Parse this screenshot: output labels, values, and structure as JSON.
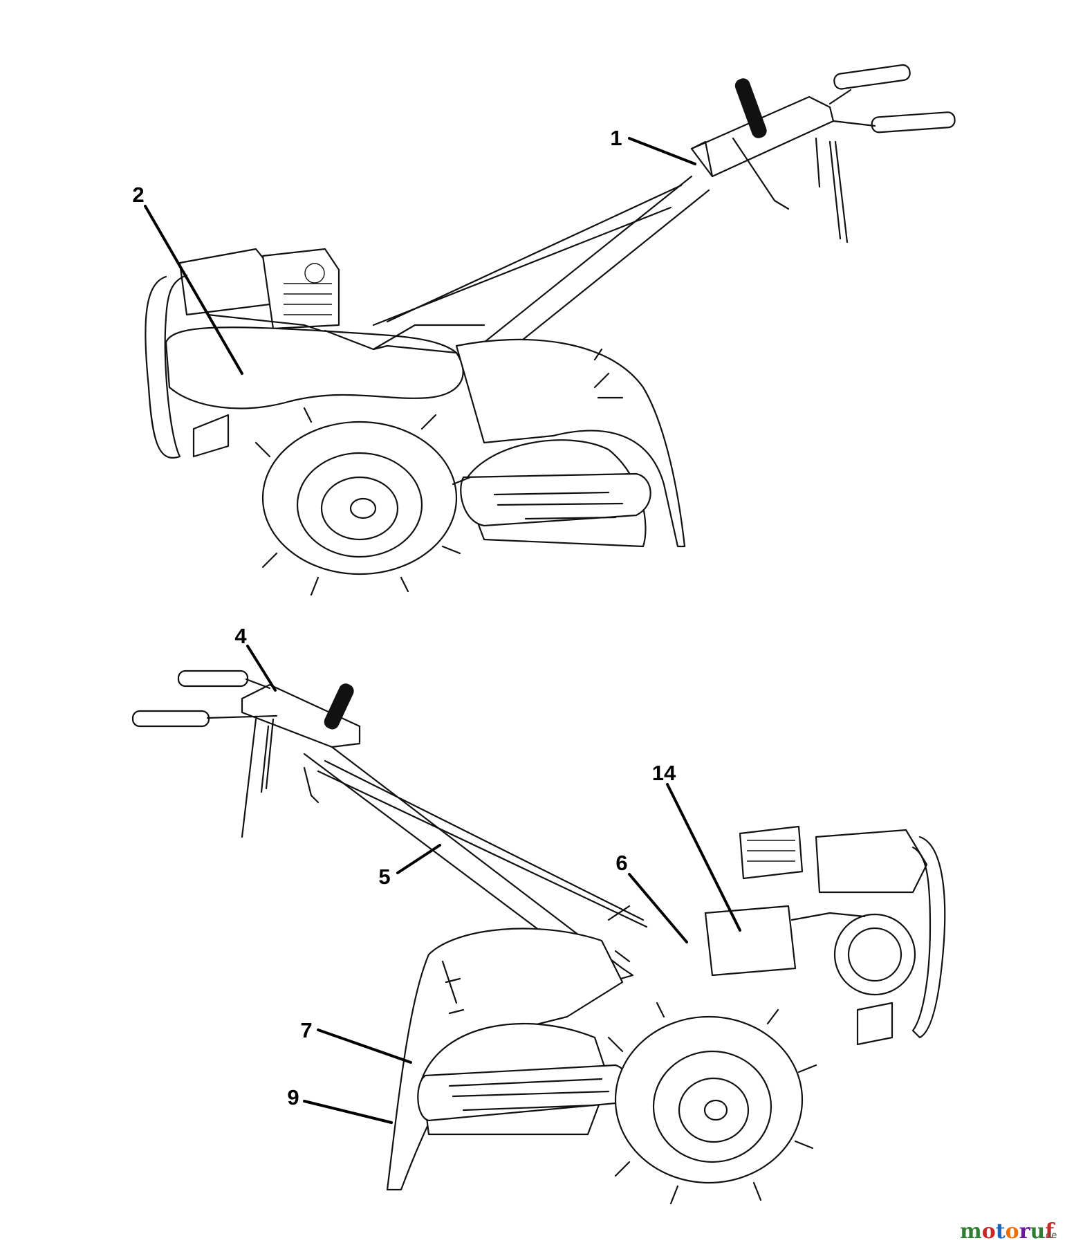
{
  "callouts": {
    "c1": "1",
    "c2": "2",
    "c4": "4",
    "c5": "5",
    "c6": "6",
    "c7": "7",
    "c9": "9",
    "c14": "14"
  },
  "watermark": {
    "letters": [
      "m",
      "o",
      "t",
      "o",
      "r",
      "u",
      "f"
    ],
    "letter_colors": [
      "#2e7d32",
      "#c62828",
      "#1565c0",
      "#ef6c00",
      "#6a1b9a",
      "#2e7d32",
      "#c62828"
    ],
    "suffix": ".de"
  }
}
